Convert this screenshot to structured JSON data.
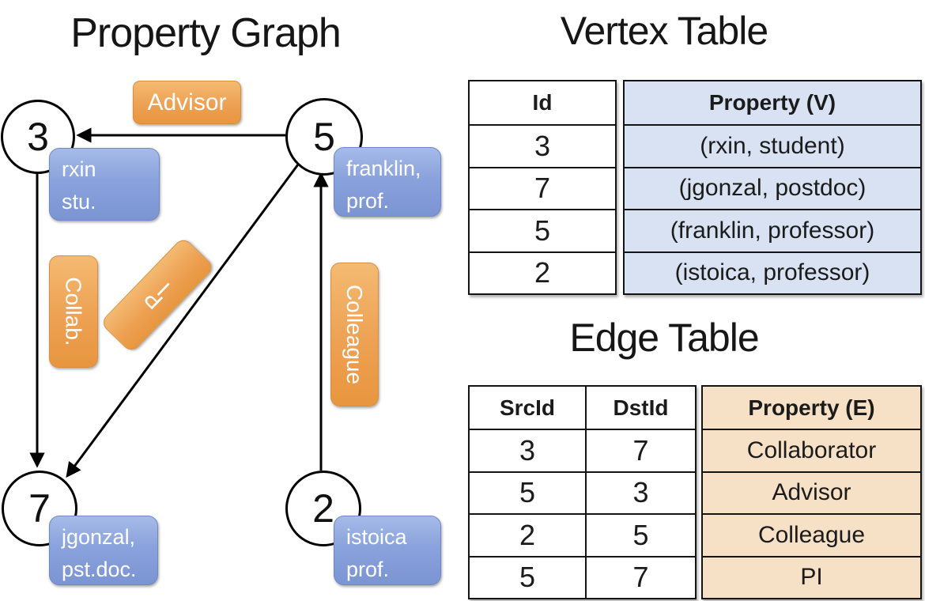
{
  "graph": {
    "title": "Property Graph",
    "nodes": [
      {
        "id": "3"
      },
      {
        "id": "5"
      },
      {
        "id": "7"
      },
      {
        "id": "2"
      }
    ],
    "node_boxes": [
      {
        "lines": [
          "rxin",
          "stu."
        ]
      },
      {
        "lines": [
          "franklin,",
          "prof."
        ]
      },
      {
        "lines": [
          "jgonzal,",
          "pst.doc."
        ]
      },
      {
        "lines": [
          "istoica",
          "prof."
        ]
      }
    ],
    "edge_boxes": {
      "advisor": "Advisor",
      "collab": "Collab.",
      "pi": "PI",
      "colleague": "Colleague"
    }
  },
  "vertex_table": {
    "title": "Vertex Table",
    "columns": {
      "id": "Id",
      "property": "Property (V)"
    },
    "rows": [
      {
        "id": "3",
        "property": "(rxin, student)"
      },
      {
        "id": "7",
        "property": "(jgonzal, postdoc)"
      },
      {
        "id": "5",
        "property": "(franklin, professor)"
      },
      {
        "id": "2",
        "property": "(istoica, professor)"
      }
    ]
  },
  "edge_table": {
    "title": "Edge Table",
    "columns": {
      "src": "SrcId",
      "dst": "DstId",
      "property": "Property (E)"
    },
    "rows": [
      {
        "src": "3",
        "dst": "7",
        "property": "Collaborator"
      },
      {
        "src": "5",
        "dst": "3",
        "property": "Advisor"
      },
      {
        "src": "2",
        "dst": "5",
        "property": "Colleague"
      },
      {
        "src": "5",
        "dst": "7",
        "property": "PI"
      }
    ]
  },
  "colors": {
    "vertex_property_fill": "#d9e2f3",
    "edge_property_fill": "#f6e0c6",
    "vertex_box_blue": "#8aa2dc",
    "edge_box_orange": "#eda153",
    "line_black": "#000000"
  }
}
